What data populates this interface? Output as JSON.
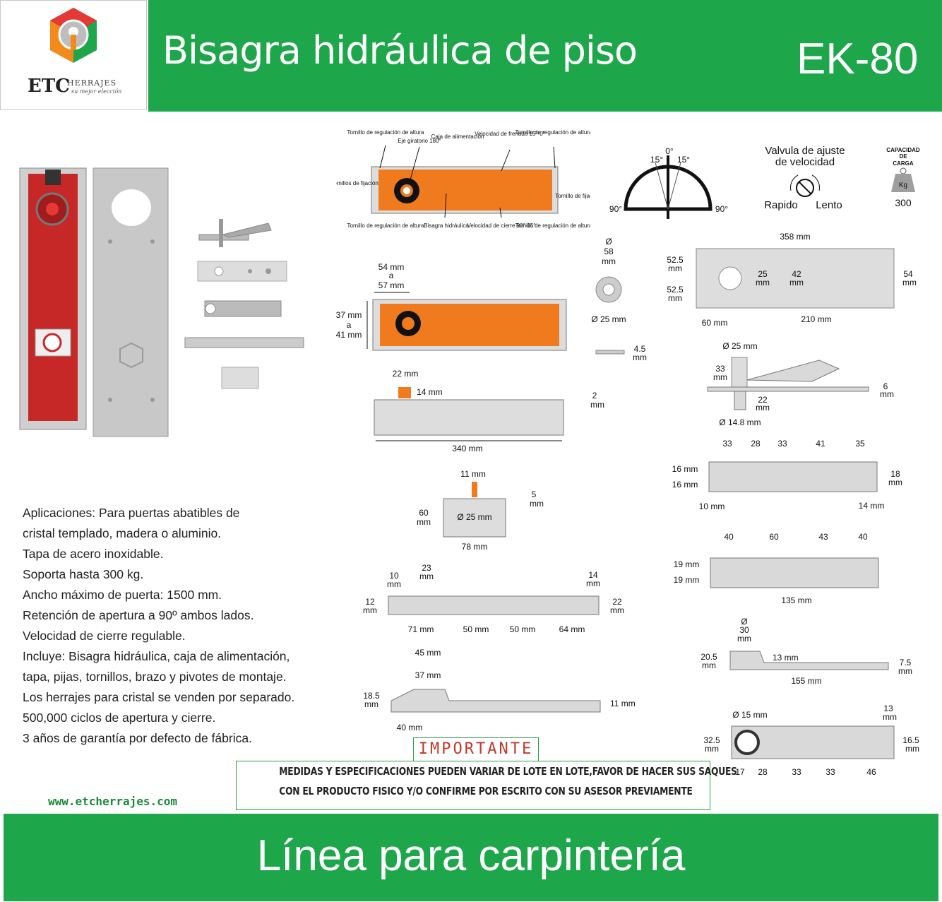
{
  "header": {
    "title": "Bisagra hidráulica de piso",
    "model": "EK-80",
    "brand_name": "ETC",
    "brand_sub": "HERRAJES",
    "brand_slogan": "su mejor elección"
  },
  "colors": {
    "brand_green": "#1ea74a",
    "accent_orange": "#f07a1e",
    "product_red": "#c62828",
    "important_red": "#c0392b"
  },
  "description": [
    "Aplicaciones: Para puertas abatibles de",
    "cristal templado, madera o aluminio.",
    "Tapa de acero inoxidable.",
    "Soporta hasta 300 kg.",
    "Ancho máximo de puerta: 1500 mm.",
    "Retención de apertura a 90º ambos lados.",
    "Velocidad de cierre regulable.",
    "Incluye: Bisagra hidráulica, caja de alimentación,",
    "tapa, pijas, tornillos, brazo y pivotes de montaje.",
    "Los herrajes para cristal se venden por separado.",
    "500,000 ciclos de apertura y cierre.",
    "3 años de garantía por defecto de fábrica."
  ],
  "website": "www.etcherrajes.com",
  "important": {
    "label": "IMPORTANTE",
    "line1": "MEDIDAS Y ESPECIFICACIONES PUEDEN VARIAR DE LOTE EN LOTE,FAVOR DE HACER SUS SAQUES",
    "line2": "CON EL PRODUCTO FISICO Y/O CONFIRME POR ESCRITO CON SU ASESOR PREVIAMENTE"
  },
  "footer": {
    "line": "Línea para carpintería"
  },
  "callouts": {
    "tornillo_reg_altura": "Tornillo de regulación de altura",
    "eje": "Eje giratorio 180°",
    "caja": "Caja de alimentación",
    "vel_frenado": "Velocidad de frenado 15°-0°",
    "tornillos_fijacion": "Tornillos de fijación",
    "tornillo_fijacion": "Tornillo de fijación",
    "bisagra": "Bisagra hidráulica",
    "vel_cierre": "Velocidad de cierre 90°-15°"
  },
  "angles": {
    "a0": "0°",
    "a15l": "15°",
    "a15r": "15°",
    "a90l": "90°",
    "a90r": "90°"
  },
  "valve": {
    "title1": "Valvula de ajuste",
    "title2": "de velocidad",
    "fast": "Rapido",
    "slow": "Lento"
  },
  "capacity": {
    "title1": "CAPACIDAD",
    "title2": "DE",
    "title3": "CARGA",
    "unit": "Kg",
    "value": "300"
  },
  "dims": {
    "body_w": "54 mm",
    "body_a": "a",
    "body_w2": "57 mm",
    "body_h": "37 mm",
    "body_h2": "41 mm",
    "top_w": "22 mm",
    "top_h": "14 mm",
    "side_gap": "2",
    "side_len": "340 mm",
    "washer_o": "Ø",
    "washer_od": "58",
    "washer_od_u": "mm",
    "washer_id": "Ø 25 mm",
    "washer_t": "4.5",
    "washer_t_u": "mm",
    "box_top": "11 mm",
    "box_h": "60",
    "box_lip": "5",
    "box_bore": "Ø 25 mm",
    "box_w": "78 mm",
    "cover_len": "358 mm",
    "cover_h1": "52.5",
    "cover_h2": "52.5",
    "cover_slot": "25",
    "cover_slot2": "42",
    "cover_side": "54",
    "cover_a": "60 mm",
    "cover_b": "210 mm",
    "arm_d": "Ø 25 mm",
    "arm_h": "33",
    "arm_t": "6",
    "arm_pin": "22",
    "arm_pin_d": "Ø 14.8 mm",
    "p1_h1": "16 mm",
    "p1_h2": "16 mm",
    "p1_a": "33",
    "p1_b": "28",
    "p1_c": "33",
    "p1_d": "41",
    "p1_e": "35",
    "p1_side": "18",
    "p1_l": "10 mm",
    "p1_r": "14 mm",
    "p2_h1": "19 mm",
    "p2_h2": "19 mm",
    "p2_a": "40",
    "p2_b": "60",
    "p2_c": "43",
    "p2_d": "40",
    "p2_len": "135 mm",
    "p3_a": "10",
    "p3_b": "23",
    "p3_c": "14",
    "p3_h": "12",
    "p3_side": "22",
    "p3_l1": "71 mm",
    "p3_l2": "50 mm",
    "p3_l3": "50 mm",
    "p3_l4": "64 mm",
    "p4_a": "45 mm",
    "p4_b": "37 mm",
    "p4_h": "18.5",
    "p4_t": "11 mm",
    "p4_l": "40 mm",
    "p5_d": "30",
    "p5_h": "20.5",
    "p5_t": "13 mm",
    "p5_side": "7.5",
    "p5_len": "155 mm",
    "p6_d": "Ø 15 mm",
    "p6_e": "13",
    "p6_h": "32.5",
    "p6_side": "16.5",
    "p6_a": "17",
    "p6_b": "28",
    "p6_c": "33",
    "p6_d2": "33",
    "p6_f": "46",
    "mm": "mm"
  }
}
